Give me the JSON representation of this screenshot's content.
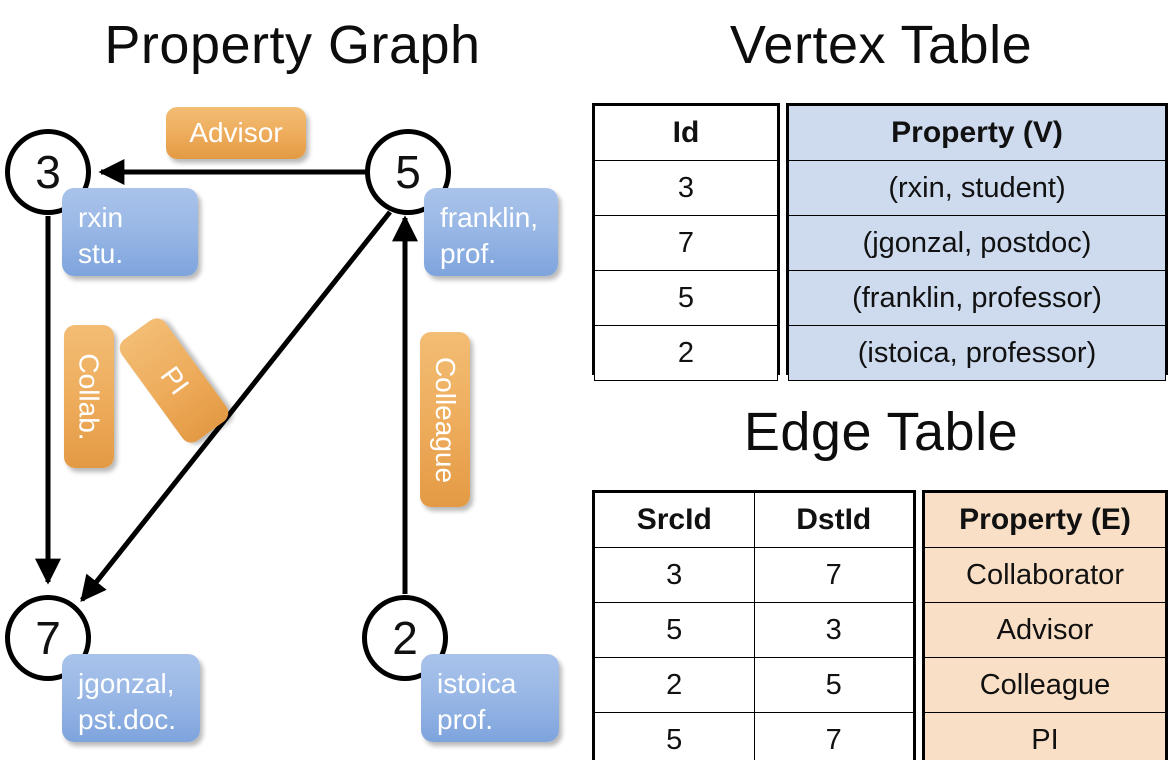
{
  "titles": {
    "property_graph": "Property Graph",
    "vertex_table": "Vertex Table",
    "edge_table": "Edge Table"
  },
  "graph": {
    "nodes": [
      {
        "id": "3",
        "property": "rxin\nstu."
      },
      {
        "id": "5",
        "property": "franklin,\nprof."
      },
      {
        "id": "7",
        "property": "jgonzal,\npst.doc."
      },
      {
        "id": "2",
        "property": "istoica\nprof."
      }
    ],
    "edge_labels": [
      {
        "name": "advisor",
        "text": "Advisor"
      },
      {
        "name": "collab",
        "text": "Collab."
      },
      {
        "name": "pi",
        "text": "PI"
      },
      {
        "name": "colleague",
        "text": "Colleague"
      }
    ]
  },
  "vertex_table": {
    "headers": {
      "id": "Id",
      "property": "Property (V)"
    },
    "rows": [
      {
        "id": "3",
        "property": "(rxin, student)"
      },
      {
        "id": "7",
        "property": "(jgonzal, postdoc)"
      },
      {
        "id": "5",
        "property": "(franklin, professor)"
      },
      {
        "id": "2",
        "property": "(istoica, professor)"
      }
    ]
  },
  "edge_table": {
    "headers": {
      "src": "SrcId",
      "dst": "DstId",
      "property": "Property (E)"
    },
    "rows": [
      {
        "src": "3",
        "dst": "7",
        "property": "Collaborator"
      },
      {
        "src": "5",
        "dst": "3",
        "property": "Advisor"
      },
      {
        "src": "2",
        "dst": "5",
        "property": "Colleague"
      },
      {
        "src": "5",
        "dst": "7",
        "property": "PI"
      }
    ]
  },
  "colors": {
    "vertex_fill": "#cedbef",
    "edge_fill": "#f8dfc5",
    "node_box_blue": "#9ab8e6",
    "edge_label_orange": "#eead5d",
    "stroke": "#000000"
  }
}
